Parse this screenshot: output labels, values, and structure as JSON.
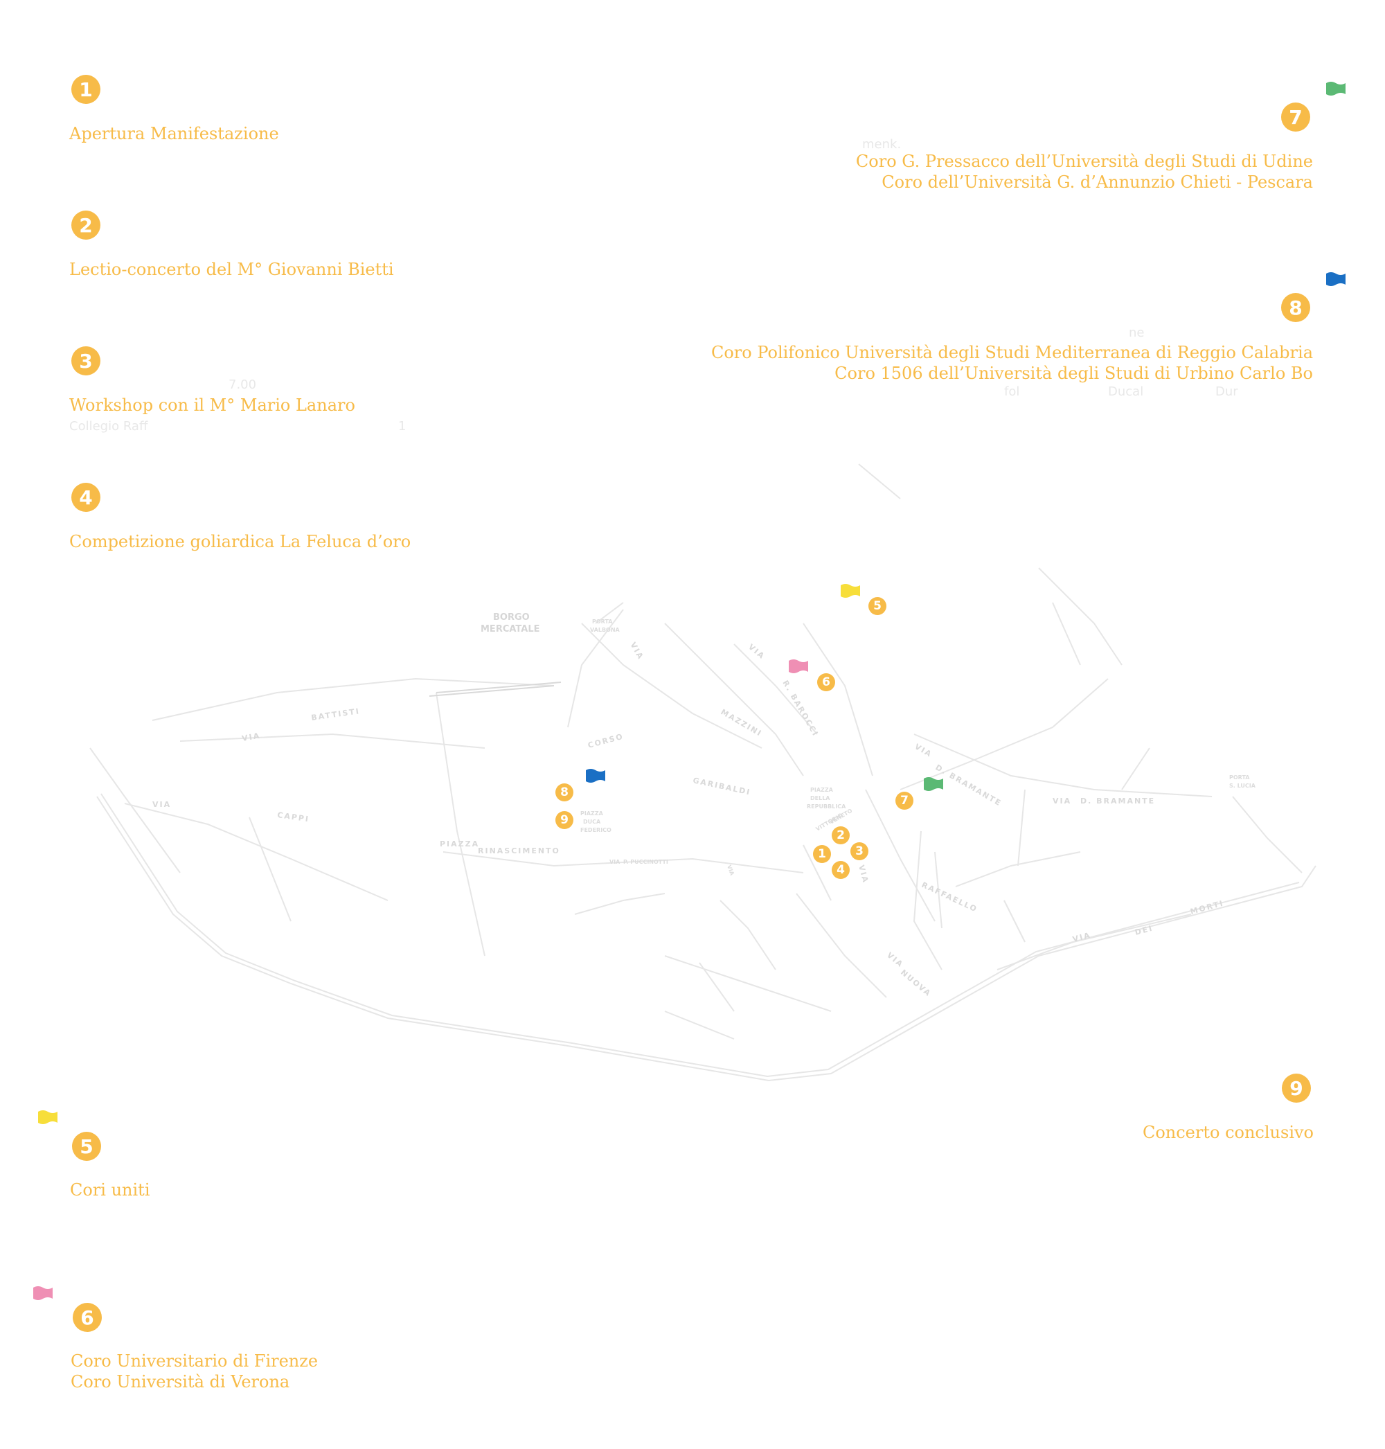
{
  "colors": {
    "accent": "#f7bb48",
    "flag_yellow": "#f7de3a",
    "flag_pink": "#ef8fb4",
    "flag_green": "#5bb974",
    "flag_blue": "#1a6fc4"
  },
  "entries": [
    {
      "number": "1",
      "lines": [
        "Apertura Manifestazione"
      ]
    },
    {
      "number": "2",
      "lines": [
        "Lectio-concerto del M° Giovanni Bietti"
      ]
    },
    {
      "number": "3",
      "lines": [
        "Workshop con il M° Mario Lanaro"
      ]
    },
    {
      "number": "4",
      "lines": [
        "Competizione goliardica La Feluca d’oro"
      ]
    },
    {
      "number": "5",
      "lines": [
        "Cori uniti"
      ],
      "flag": "flag-yellow"
    },
    {
      "number": "6",
      "lines": [
        "Coro Universitario di Firenze",
        "Coro Università di Verona"
      ],
      "flag": "flag-pink"
    },
    {
      "number": "7",
      "lines": [
        "Coro G. Pressacco dell’Università degli Studi di Udine",
        "Coro dell’Università G. d’Annunzio Chieti - Pescara"
      ],
      "flag": "flag-green"
    },
    {
      "number": "8",
      "lines": [
        "Coro Polifonico Università degli Studi Mediterranea di Reggio Calabria",
        "Coro 1506 dell’Università degli Studi di Urbino Carlo Bo"
      ],
      "flag": "flag-blue"
    },
    {
      "number": "9",
      "lines": [
        "Concerto conclusivo"
      ]
    }
  ],
  "map": {
    "streets": [
      "VIA",
      "BATTISTI",
      "VIA",
      "CAPPI",
      "PIAZZA",
      "RINASCIMENTO",
      "CORSO",
      "GARIBALDI",
      "VIA",
      "MAZZINI",
      "VIA",
      "R. BAROCCI",
      "VIA",
      "D. BRAMANTE",
      "VIA",
      "D. BRAMANTE",
      "VIA",
      "RAFFAELLO",
      "VIA",
      "NUOVA",
      "VIA",
      "DEI",
      "MORTI",
      "BORGO",
      "MERCATALE",
      "VIA",
      "P. PUCCINOTTI",
      "PIAZZA",
      "DELLA",
      "REPUBBLICA",
      "PIAZZA",
      "DUCA",
      "FEDERICO",
      "VIA",
      "VITTORIO",
      "VENETO",
      "PORTA",
      "VALBONA",
      "PORTA",
      "S. LUCIA"
    ],
    "ghost_text": [
      "menk.",
      "ne",
      "Dur",
      "Ducal",
      "fol",
      "7.00",
      "Collegio Raff",
      "1"
    ]
  }
}
